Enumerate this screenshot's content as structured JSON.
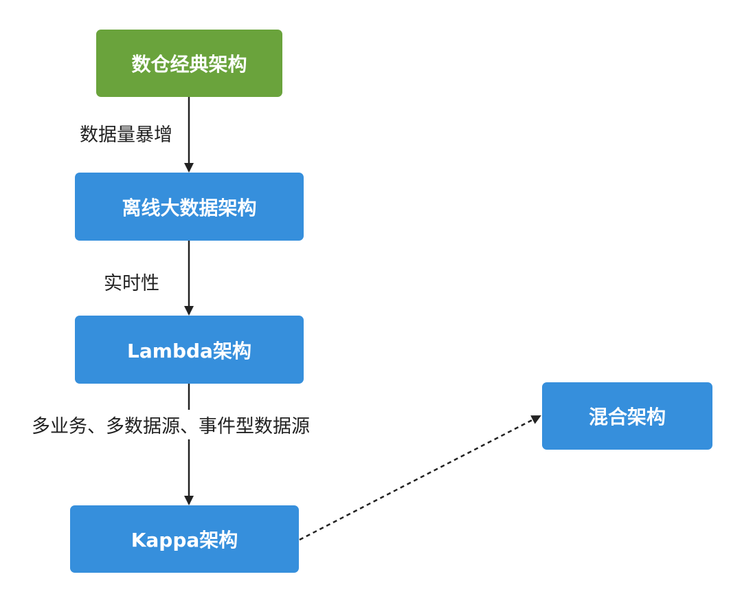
{
  "nodes": {
    "classic": "数仓经典架构",
    "offline": "离线大数据架构",
    "lambda": "Lambda架构",
    "kappa": "Kappa架构",
    "hybrid": "混合架构"
  },
  "edges": {
    "classic_to_offline": "数据量暴增",
    "offline_to_lambda": "实时性",
    "lambda_to_kappa": "多业务、多数据源、事件型数据源",
    "kappa_to_hybrid": ""
  },
  "colors": {
    "root_node": "#6aa33c",
    "node": "#368fdc",
    "edge": "#222222"
  }
}
